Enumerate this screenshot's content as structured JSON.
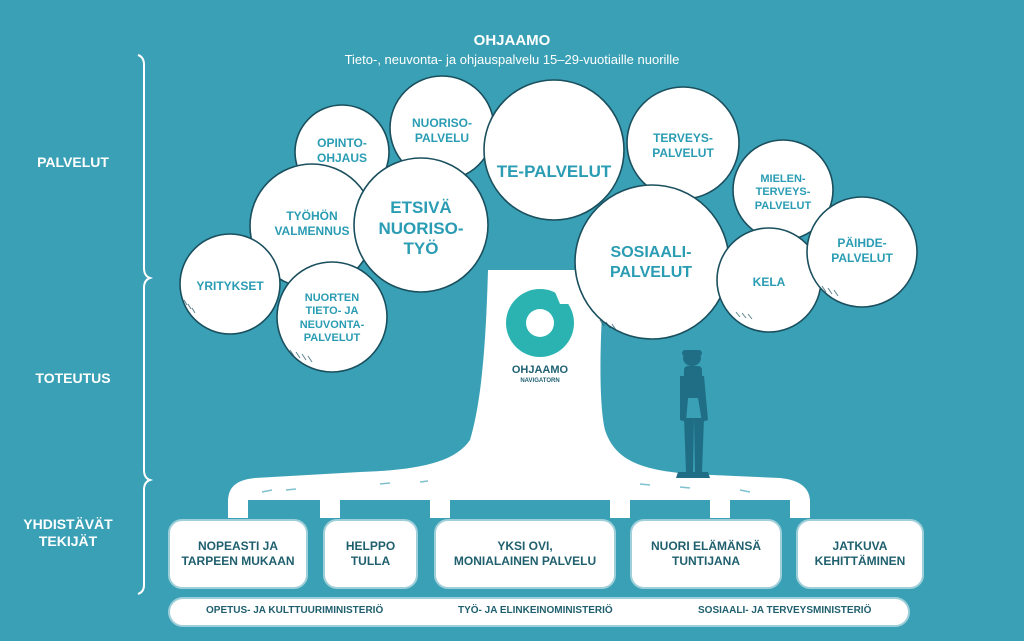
{
  "header": {
    "title": "OHJAAMO",
    "subtitle": "Tieto-, neuvonta- ja ohjauspalvelu 15–29-vuotiaille nuorille"
  },
  "side_labels": {
    "palvelut": "PALVELUT",
    "toteutus": "TOTEUTUS",
    "yhdistavat": "YHDISTÄVÄT\nTEKIJÄT"
  },
  "services": {
    "opinto_ohjaus": "OPINTO-\nOHJAUS",
    "nuorisopalvelu": "NUORISO-\nPALVELU",
    "te_palvelut": "TE-PALVELUT",
    "terveyspalvelut": "TERVEYS-\nPALVELUT",
    "mielenterveyspalvelut": "MIELEN-\nTERVEYS-\nPALVELUT",
    "tyohon_valmennus": "TYÖHÖN\nVALMENNUS",
    "etsiva_nuorisotyo": "ETSIVÄ\nNUORISO-\nTYÖ",
    "sosiaalipalvelut": "SOSIAALI-\nPALVELUT",
    "paihdepalvelut": "PÄIHDE-\nPALVELUT",
    "yritykset": "YRITYKSET",
    "nuorten_tieto": "NUORTEN\nTIETO- JA\nNEUVONTA-\nPALVELUT",
    "kela": "KELA"
  },
  "logo": {
    "name": "OHJAAMO",
    "tagline": "NAVIGATORN"
  },
  "factors": [
    "NOPEASTI JA\nTARPEEN MUKAAN",
    "HELPPO\nTULLA",
    "YKSI OVI,\nMONIALAINEN PALVELU",
    "NUORI ELÄMÄNSÄ\nTUNTIJANA",
    "JATKUVA\nKEHITTÄMINEN"
  ],
  "ministries": [
    "OPETUS- JA KULTTUURIMINISTERIÖ",
    "TYÖ- JA ELINKEINOMINISTERIÖ",
    "SOSIAALI- JA TERVEYSMINISTERIÖ"
  ],
  "colors": {
    "background": "#3aa0b5",
    "service_text": "#2a9cb3",
    "factor_text": "#1f5f6e",
    "person": "#1f6e85",
    "logo": "#2ab3b0"
  }
}
